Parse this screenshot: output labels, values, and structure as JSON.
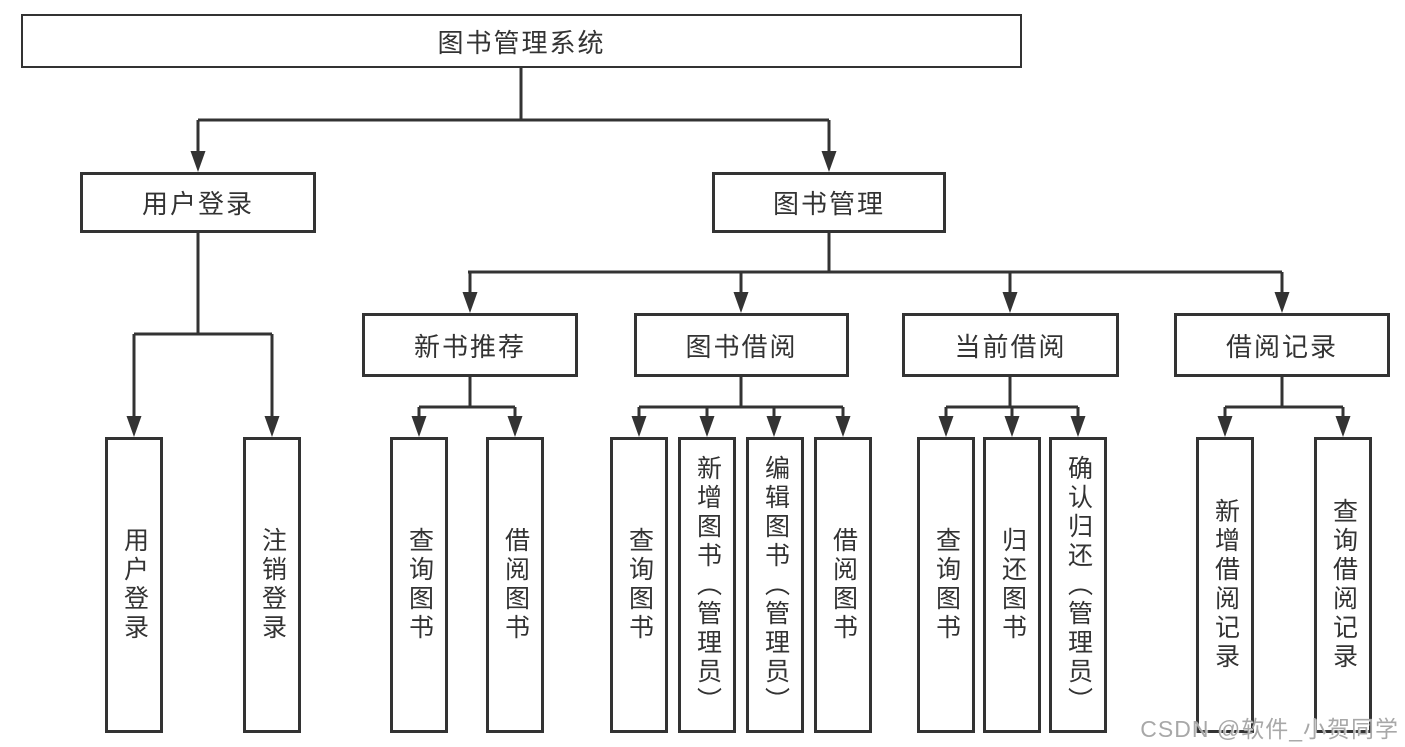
{
  "diagram": {
    "root": {
      "label": "图书管理系统"
    },
    "level2": [
      {
        "label": "用户登录"
      },
      {
        "label": "图书管理"
      }
    ],
    "level3": [
      {
        "label": "新书推荐"
      },
      {
        "label": "图书借阅"
      },
      {
        "label": "当前借阅"
      },
      {
        "label": "借阅记录"
      }
    ],
    "leaves": {
      "user_login": [
        {
          "label": "用户登录"
        },
        {
          "label": "注销登录"
        }
      ],
      "new_book": [
        {
          "label": "查询图书"
        },
        {
          "label": "借阅图书"
        }
      ],
      "book_borrow": [
        {
          "label": "查询图书"
        },
        {
          "label": "新增图书（管理员）"
        },
        {
          "label": "编辑图书（管理员）"
        },
        {
          "label": "借阅图书"
        }
      ],
      "current_borrow": [
        {
          "label": "查询图书"
        },
        {
          "label": "归还图书"
        },
        {
          "label": "确认归还（管理员）"
        }
      ],
      "borrow_record": [
        {
          "label": "新增借阅记录"
        },
        {
          "label": "查询借阅记录"
        }
      ]
    }
  },
  "watermark": {
    "text": "CSDN @软件_小贺同学"
  },
  "colors": {
    "line": "#333333",
    "border": "#333333",
    "text": "#333333",
    "watermark": "#a8a8a8",
    "background": "#ffffff"
  }
}
